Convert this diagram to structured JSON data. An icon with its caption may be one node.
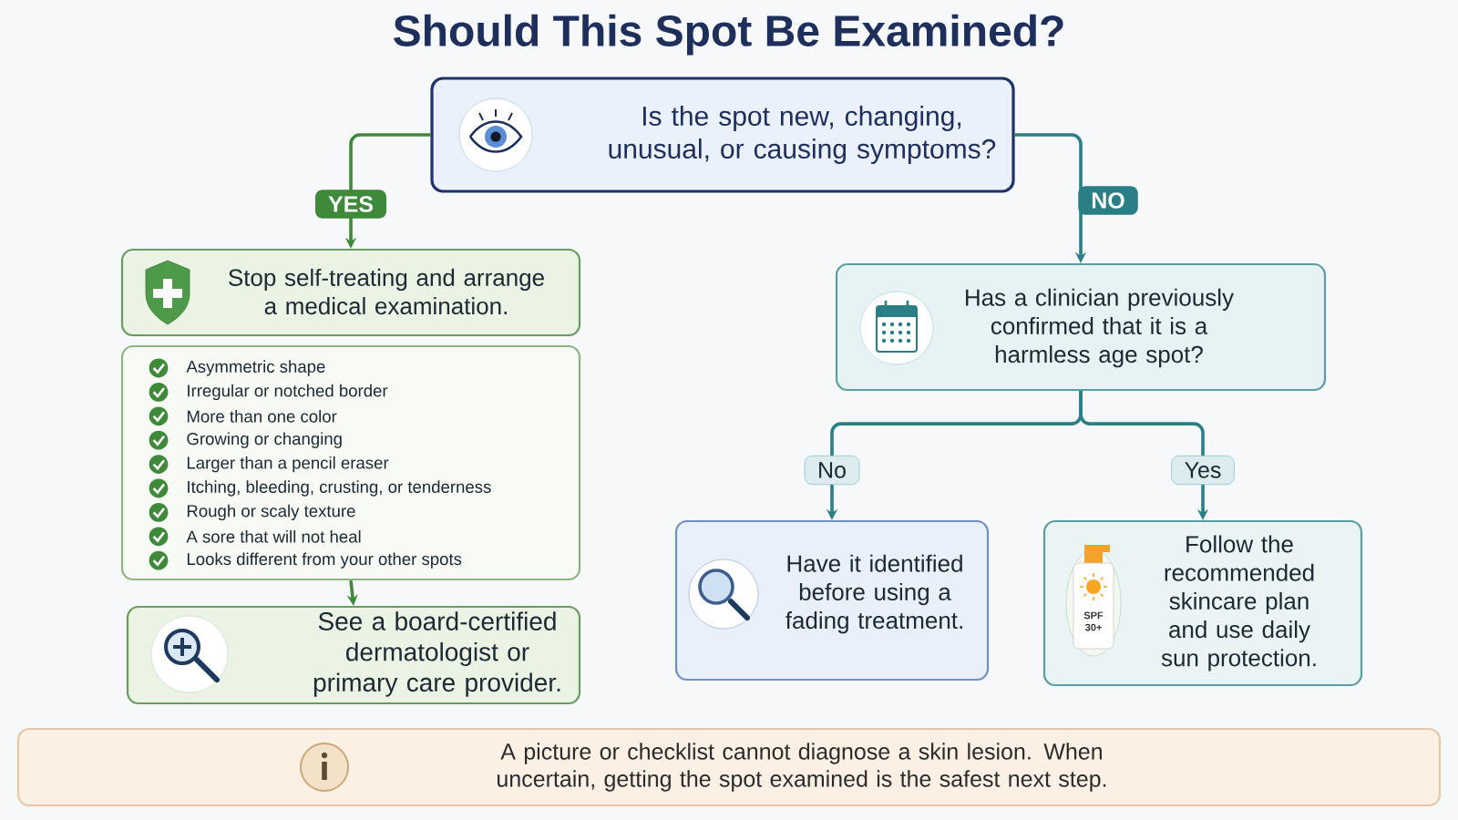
{
  "diagram": {
    "title": "Should This Spot Be Examined?",
    "nodes": [
      {
        "text": [
          "Is the spot new, changing, unusual, or causing symptoms?"
        ]
      },
      {
        "text": [
          "Stop self-treating and arrange a medical examination."
        ]
      },
      {
        "text": [
          "Asymmetric shape",
          "Irregular or notched border",
          "More than one color",
          "Growing or changing",
          "Larger than a pencil eraser",
          "Itching, bleeding, crusting, or tenderness",
          "Rough or scaly texture",
          "A sore that will not heal",
          "Looks different from your other spots"
        ]
      },
      {
        "text": [
          "See a board-certified dermatologist or primary care provider."
        ]
      },
      {
        "text": [
          "Has a clinician previously confirmed that it is a harmless age spot?"
        ]
      },
      {
        "text": [
          "Have it identified before using a fading treatment."
        ]
      },
      {
        "text": [
          "Follow the recommended skincare plan and use daily sun protection."
        ]
      },
      {
        "text": [
          "A picture or checklist cannot diagnose a skin lesion. When uncertain, getting the spot examined is the safest next step."
        ]
      }
    ],
    "edges": [
      {
        "from": 0,
        "to": 1,
        "arrow": "to",
        "label": "YES",
        "color": "#3f8a3a"
      },
      {
        "from": 0,
        "to": 4,
        "arrow": "to",
        "label": "NO"
      },
      {
        "from": 2,
        "to": 3,
        "arrow": "to",
        "color": "#3f8a3a"
      },
      {
        "from": 4,
        "to": 5,
        "arrow": "to",
        "label": "No"
      },
      {
        "from": 4,
        "to": 6,
        "arrow": "to",
        "label": "Yes"
      }
    ],
    "labels": [
      "SPF 30+"
    ]
  }
}
